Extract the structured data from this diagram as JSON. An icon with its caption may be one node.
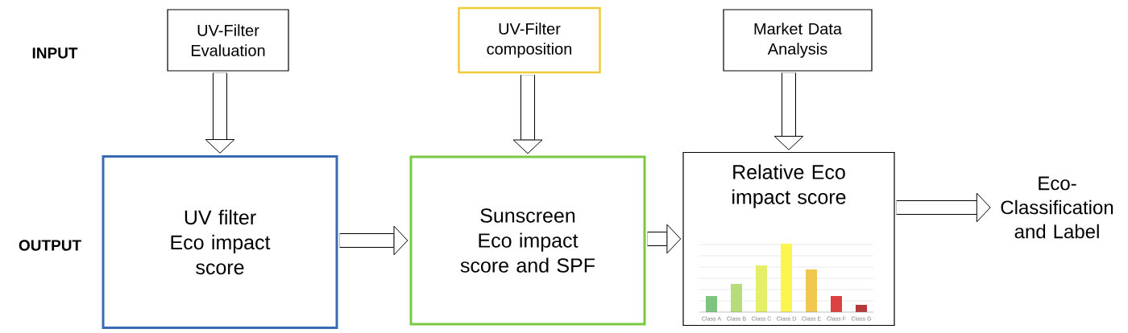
{
  "diagram": {
    "nodes": [
      {
        "text": [
          "UV-Filter Evaluation"
        ]
      },
      {
        "text": [
          "UV-Filter composition"
        ]
      },
      {
        "text": [
          "Market Data Analysis"
        ]
      },
      {
        "text": [
          "UV filter Eco impact score"
        ]
      },
      {
        "text": [
          "Sunscreen Eco impact score and SPF"
        ]
      },
      {
        "text": [
          "Relative Eco impact score"
        ]
      },
      {
        "text": [
          "Eco-Classification and Label"
        ]
      }
    ],
    "edges": [
      {
        "from": 0,
        "to": 3,
        "arrow": "to"
      },
      {
        "from": 1,
        "to": 4,
        "arrow": "to"
      },
      {
        "from": 2,
        "to": 5,
        "arrow": "to"
      },
      {
        "from": 3,
        "to": 4,
        "arrow": "to"
      },
      {
        "from": 4,
        "to": 5,
        "arrow": "to"
      },
      {
        "from": 5,
        "to": 6,
        "arrow": "to"
      }
    ],
    "labels": [
      "INPUT",
      "OUTPUT",
      "Class A",
      "Class B",
      "Class C",
      "Class D",
      "Class E",
      "Class F",
      "Class G"
    ]
  }
}
